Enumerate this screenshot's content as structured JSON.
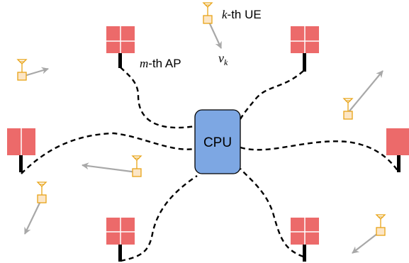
{
  "labels": {
    "cpu": "CPU",
    "ap_label_var": "m",
    "ap_label_text": "-th AP",
    "ue_label_var": "k",
    "ue_label_text": "-th UE",
    "velocity_base": "v",
    "velocity_sub": "k"
  },
  "colors": {
    "ap_fill": "#ec6a6a",
    "cpu_fill": "#7da7e3",
    "ue_stroke": "#e8a317",
    "ue_fill": "#fce6c6",
    "arrow": "#a8a8a8",
    "link": "#000000"
  },
  "icons": [
    "ap-panel-icon",
    "antenna-ue-icon",
    "velocity-arrow-icon"
  ]
}
